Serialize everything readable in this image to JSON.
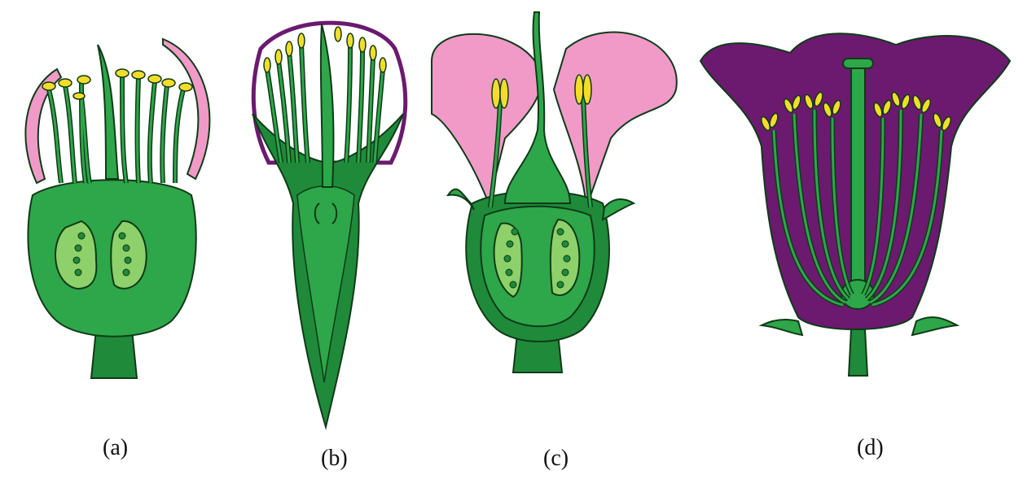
{
  "figure": {
    "panels": [
      {
        "id": "a",
        "label": "(a)"
      },
      {
        "id": "b",
        "label": "(b)"
      },
      {
        "id": "c",
        "label": "(c)"
      },
      {
        "id": "d",
        "label": "(d)"
      }
    ]
  },
  "colors": {
    "green_dark": "#1f8a3a",
    "green_mid": "#2ea64a",
    "green_light": "#8ed16a",
    "outline": "#0f3a17",
    "anther": "#f4dd2a",
    "petal_pink": "#f19ac8",
    "petal_purple": "#6b1a6f"
  }
}
